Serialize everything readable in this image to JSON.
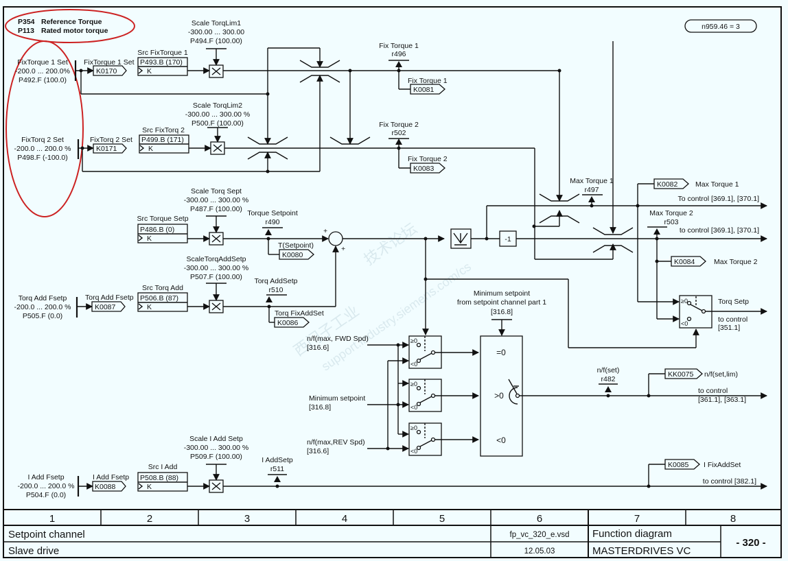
{
  "header": {
    "note_lines": [
      {
        "param": "P354",
        "label": "Reference Torque"
      },
      {
        "param": "P113",
        "label": "Rated motor torque"
      }
    ],
    "condition_badge": "n959.46 = 3"
  },
  "rows": {
    "fix_torque_1": {
      "fixed_setpoint": [
        "FixTorque 1 Set",
        "-200.0 ... 200.0%",
        "P492.F (100.0)"
      ],
      "connector_label": "FixTorque 1 Set",
      "connector": "K0170",
      "source_title": "Src FixTorque 1",
      "source_param": "P493.B (170)",
      "source_type": "K",
      "scale": [
        "Scale TorqLim1",
        "-300.00 ... 300.00",
        "P494.F (100.00)"
      ],
      "display": [
        "Fix Torque 1",
        "r496"
      ],
      "output_label": "Fix Torque 1",
      "output_connector": "K0081"
    },
    "fix_torque_2": {
      "fixed_setpoint": [
        "FixTorq 2 Set",
        "-200.0 ... 200.0 %",
        "P498.F (-100.0)"
      ],
      "connector_label": "FixTorq 2 Set",
      "connector": "K0171",
      "source_title": "Src FixTorq 2",
      "source_param": "P499.B (171)",
      "source_type": "K",
      "scale": [
        "Scale TorqLim2",
        "-300.00 ... 300.00 %",
        "P500.F (100.00)"
      ],
      "display": [
        "Fix Torque 2",
        "r502"
      ],
      "output_label": "Fix Torque 2",
      "output_connector": "K0083"
    },
    "torque_setpoint": {
      "source_title": "Src Torque Setp",
      "source_param": "P486.B (0)",
      "source_type": "K",
      "scale": [
        "Scale Torq Sept",
        "-300.00 ... 300.00 %",
        "P487.F (100.00)"
      ],
      "display": [
        "Torque Setpoint",
        "r490"
      ],
      "output_label": "T(Setpoint)",
      "output_connector": "K0080",
      "sum_plus_top": "+",
      "sum_plus_bottom": "+",
      "invert_label": "-1"
    },
    "torque_add": {
      "fixed_setpoint": [
        "Torq Add Fsetp",
        "-200.0 ... 200.0 %",
        "P505.F (0.0)"
      ],
      "connector_label": "Torq Add Fsetp",
      "connector": "K0087",
      "source_title": "Src Torq Add",
      "source_param": "P506.B (87)",
      "source_type": "K",
      "scale": [
        "ScaleTorqAddSetp",
        "-300.00 ... 300.00 %",
        "P507.F (100.00)"
      ],
      "display": [
        "Torq AddSetp",
        "r510"
      ],
      "output_label": "Torq FixAddSet",
      "output_connector": "K0086"
    },
    "i_add": {
      "fixed_setpoint": [
        "I Add Fsetp",
        "-200.0 ... 200.0 %",
        "P504.F (0.0)"
      ],
      "connector_label": "I Add Fsetp",
      "connector": "K0088",
      "source_title": "Src I Add",
      "source_param": "P508.B (88)",
      "source_type": "K",
      "scale": [
        "Scale I Add Setp",
        "-300.00 ... 300.00 %",
        "P509.F (100.00)"
      ],
      "display": [
        "I AddSetp",
        "r511"
      ],
      "output_connector": "K0085",
      "output_label": "I FixAddSet",
      "to_control": "to control [382.1]"
    }
  },
  "outputs": {
    "max_torque_1": {
      "display": [
        "Max Torque 1",
        "r497"
      ],
      "connector": "K0082",
      "label": "Max Torque 1",
      "to_control": "To control [369.1], [370.1]"
    },
    "max_torque_2": {
      "display": [
        "Max Torque 2",
        "r503"
      ],
      "connector": "K0084",
      "label": "Max Torque 2",
      "to_control": "to control [369.1], [370.1]"
    },
    "torq_setp": {
      "label": "Torq Setp",
      "to_control": [
        "to control",
        "[351.1]"
      ],
      "ge0": "≥0",
      "lt0": "<0"
    },
    "speed_setpoint": {
      "display": [
        "n/f(set)",
        "r482"
      ],
      "connector": "KK0075",
      "label": "n/f(set,lim)",
      "to_control": [
        "to control",
        "[361.1], [363.1]"
      ]
    }
  },
  "speed_selector": {
    "inputs": [
      [
        "n/f(max, FWD Spd)",
        "[316.6]"
      ],
      [
        "Minimum setpoint",
        "[316.8]"
      ],
      [
        "n/f(max,REV Spd)",
        "[316.6]"
      ]
    ],
    "min_setpoint_note": [
      "Minimum setpoint",
      "from setpoint channel part 1",
      "[316.8]"
    ],
    "switch_ge0": "≥0",
    "switch_lt0": "<0",
    "states": [
      "=0",
      ">0",
      "<0"
    ]
  },
  "footer": {
    "columns": [
      "1",
      "2",
      "3",
      "4",
      "5",
      "6",
      "7",
      "8"
    ],
    "title": "Setpoint channel",
    "subtitle": "Slave drive",
    "file": "fp_vc_320_e.vsd",
    "date": "12.05.03",
    "doc_type": "Function diagram",
    "product": "MASTERDRIVES VC",
    "page": "- 320 -"
  },
  "watermark": [
    "西门子工业",
    "技术论坛",
    "support.industry.siemens.com/cs"
  ]
}
